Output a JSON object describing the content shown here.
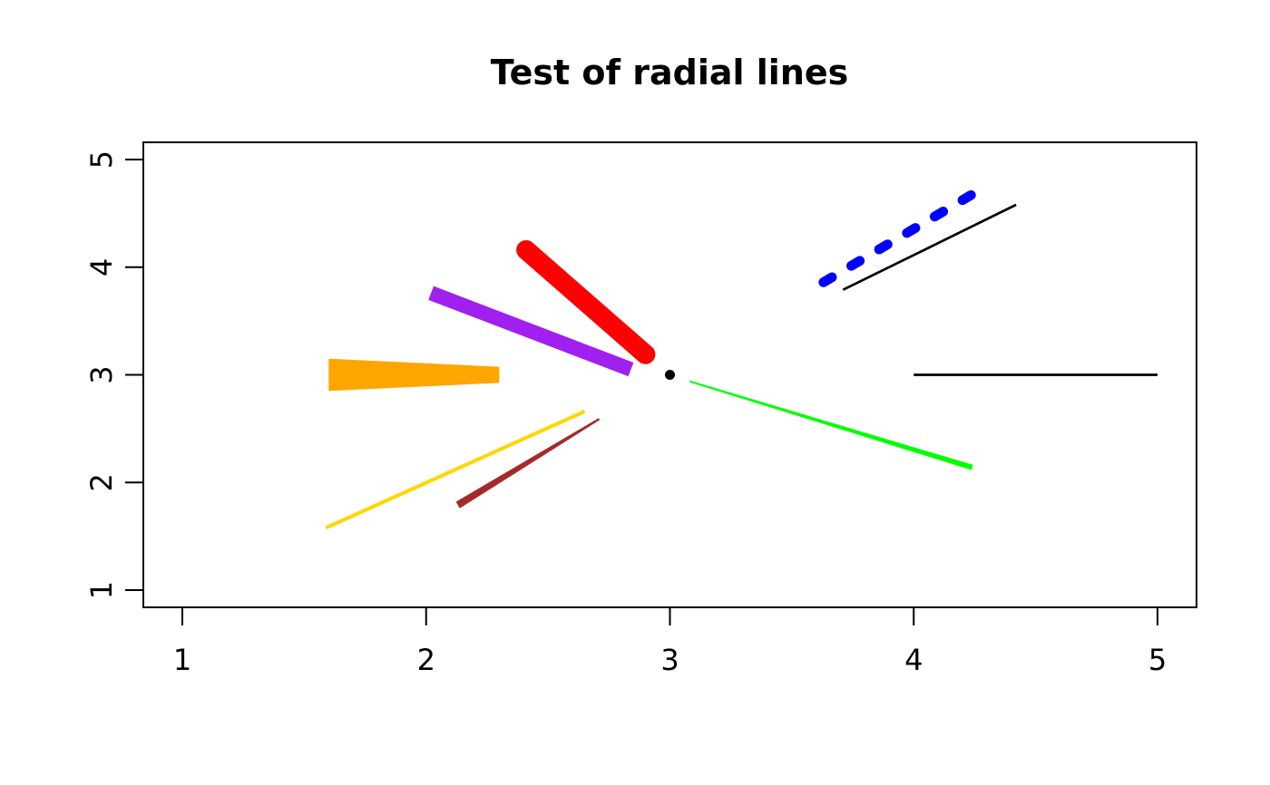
{
  "chart_data": {
    "type": "line",
    "title": "Test of radial lines",
    "xlabel": "",
    "ylabel": "",
    "xlim": [
      0.84,
      5.16
    ],
    "ylim": [
      0.84,
      5.16
    ],
    "x_ticks": [
      1,
      2,
      3,
      4,
      5
    ],
    "y_ticks": [
      1,
      2,
      3,
      4,
      5
    ],
    "x_tick_labels": [
      "1",
      "2",
      "3",
      "4",
      "5"
    ],
    "y_tick_labels": [
      "1",
      "2",
      "3",
      "4",
      "5"
    ],
    "grid": false,
    "center_point": {
      "x": 3,
      "y": 3,
      "color": "#000000"
    },
    "segments": [
      {
        "shape": "line",
        "from": [
          4.0,
          3.0
        ],
        "to": [
          5.0,
          3.0
        ],
        "color": "#000000",
        "lwd": 1,
        "dash": "solid",
        "cap": "butt"
      },
      {
        "shape": "line",
        "from": [
          3.71,
          3.79
        ],
        "to": [
          4.42,
          4.58
        ],
        "color": "#000000",
        "lwd": 1,
        "dash": "solid",
        "cap": "butt"
      },
      {
        "shape": "line",
        "from": [
          3.63,
          3.86
        ],
        "to": [
          4.28,
          4.73
        ],
        "color": "#0000ff",
        "lwd": 4,
        "dash": "dashed",
        "cap": "round"
      },
      {
        "shape": "line",
        "from": [
          2.41,
          4.16
        ],
        "to": [
          2.9,
          3.19
        ],
        "color": "#ff0000",
        "lwd": 8,
        "dash": "solid",
        "cap": "round"
      },
      {
        "shape": "line",
        "from": [
          2.02,
          3.76
        ],
        "to": [
          2.84,
          3.05
        ],
        "color": "#a020f0",
        "lwd": 6,
        "dash": "solid",
        "cap": "butt"
      },
      {
        "shape": "wedge",
        "from": [
          1.6,
          3.0
        ],
        "to": [
          2.3,
          3.0
        ],
        "color": "#ffa500",
        "width_start": 0.3,
        "width_end": 0.15
      },
      {
        "shape": "line",
        "from": [
          1.59,
          1.58
        ],
        "to": [
          2.65,
          2.66
        ],
        "color": "#ffd700",
        "lwd": 1.5,
        "dash": "solid",
        "cap": "butt"
      },
      {
        "shape": "wedge",
        "from": [
          2.13,
          1.79
        ],
        "to": [
          2.71,
          2.59
        ],
        "color": "#a52a2a",
        "width_start": 0.07,
        "width_end": 0.02
      },
      {
        "shape": "wedge",
        "from": [
          3.08,
          2.94
        ],
        "to": [
          4.24,
          2.14
        ],
        "color": "#00ff00",
        "width_start": 0.015,
        "width_end": 0.05
      }
    ]
  }
}
